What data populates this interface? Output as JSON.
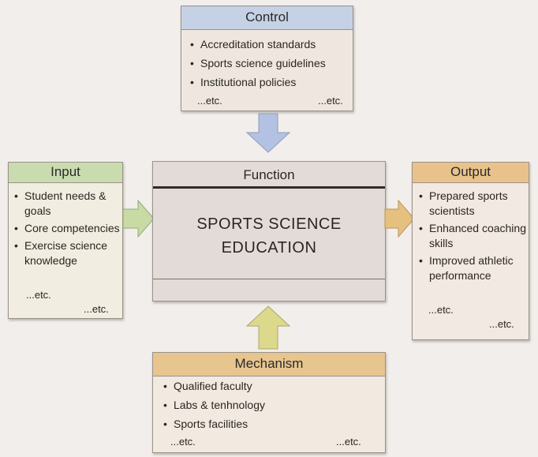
{
  "control": {
    "title": "Control",
    "items": [
      "Accreditation standards",
      "Sports science guidelines",
      "Institutional policies"
    ],
    "etc_left": "...etc.",
    "etc_right": "...etc."
  },
  "input": {
    "title": "Input",
    "items": [
      "Student needs & goals",
      "Core competencies",
      "Exercise science knowledge"
    ],
    "etc_1": "...etc.",
    "etc_2": "...etc."
  },
  "function": {
    "title": "Function",
    "main_line1": "SPORTS SCIENCE",
    "main_line2": "EDUCATION"
  },
  "output": {
    "title": "Output",
    "items": [
      "Prepared sports scientists",
      "Enhanced coaching skills",
      "Improved athletic performance"
    ],
    "etc_1": "...etc.",
    "etc_2": "...etc."
  },
  "mechanism": {
    "title": "Mechanism",
    "items": [
      "Qualified faculty",
      "Labs & tenhnology",
      "Sports facilities"
    ],
    "etc_left": "...etc.",
    "etc_right": "...etc."
  },
  "colors": {
    "control_header": "#c5d1e4",
    "input_header": "#c9dcb0",
    "output_header": "#e9c28b",
    "mechanism_header": "#e7c58e",
    "arrow_blue": "#b3c2e2",
    "arrow_green": "#c8dba4",
    "arrow_orange": "#e6c07f",
    "arrow_yellow": "#ddd98c"
  }
}
